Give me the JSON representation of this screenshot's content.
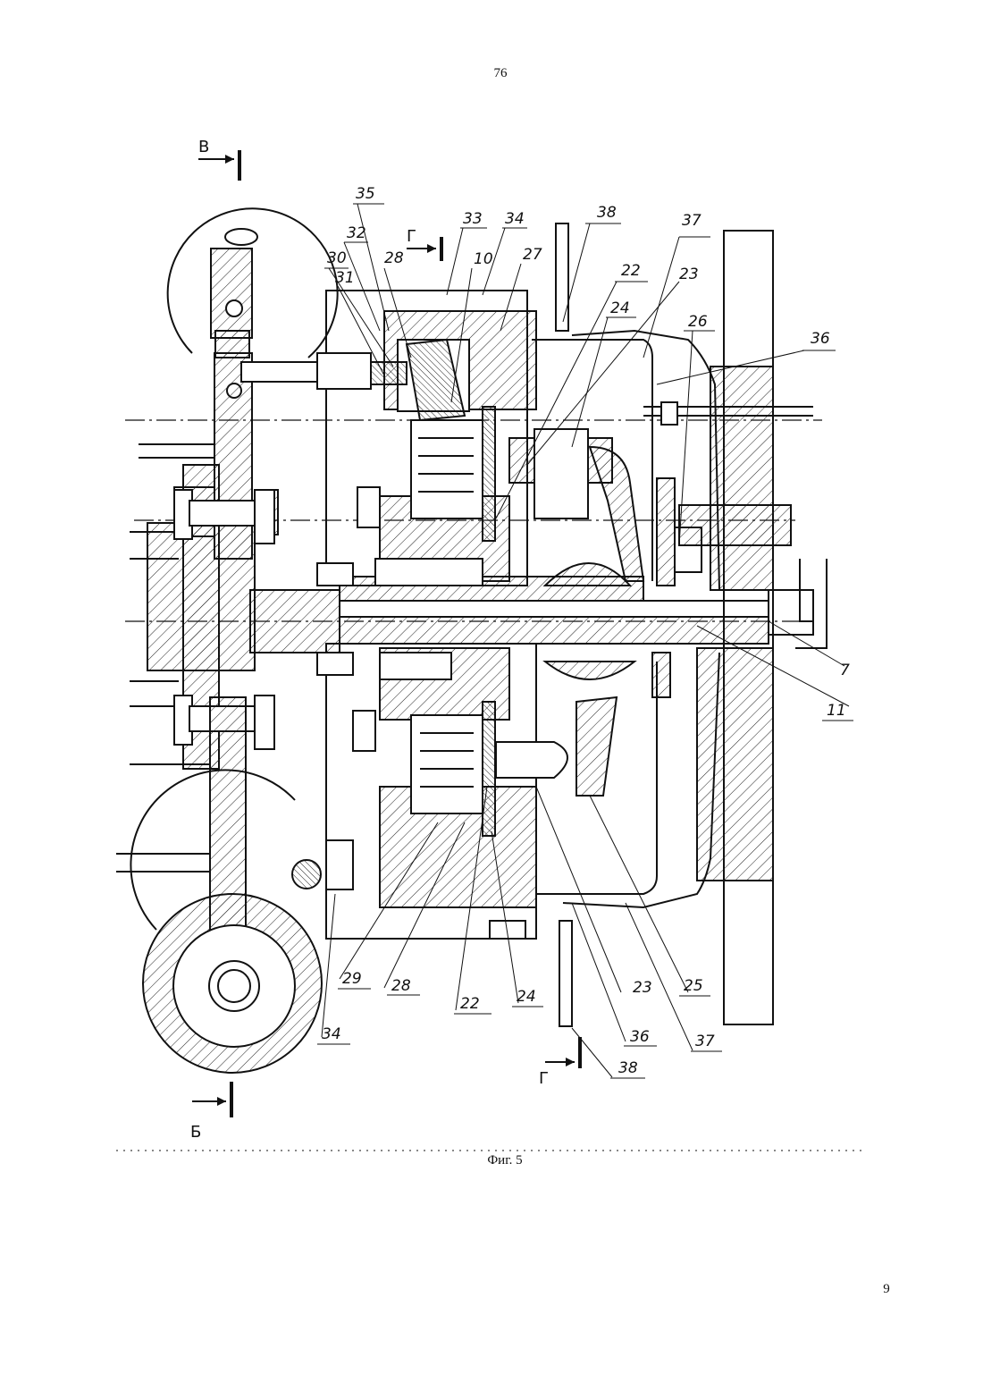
{
  "page": {
    "top_number": "76",
    "bottom_number": "9",
    "caption": "Фиг. 5"
  },
  "drawing": {
    "section_marks": {
      "v_top": "В",
      "g_top": "Г",
      "g_bottom": "Г",
      "b_bottom": "Б"
    },
    "labels_top": [
      "35",
      "32",
      "30",
      "31",
      "28",
      "33",
      "34",
      "10",
      "27",
      "38",
      "37",
      "22",
      "23",
      "24",
      "26",
      "36"
    ],
    "labels_right": [
      "7",
      "11"
    ],
    "labels_bottom": [
      "29",
      "28",
      "22",
      "24",
      "23",
      "25",
      "34",
      "36",
      "37",
      "38"
    ]
  }
}
